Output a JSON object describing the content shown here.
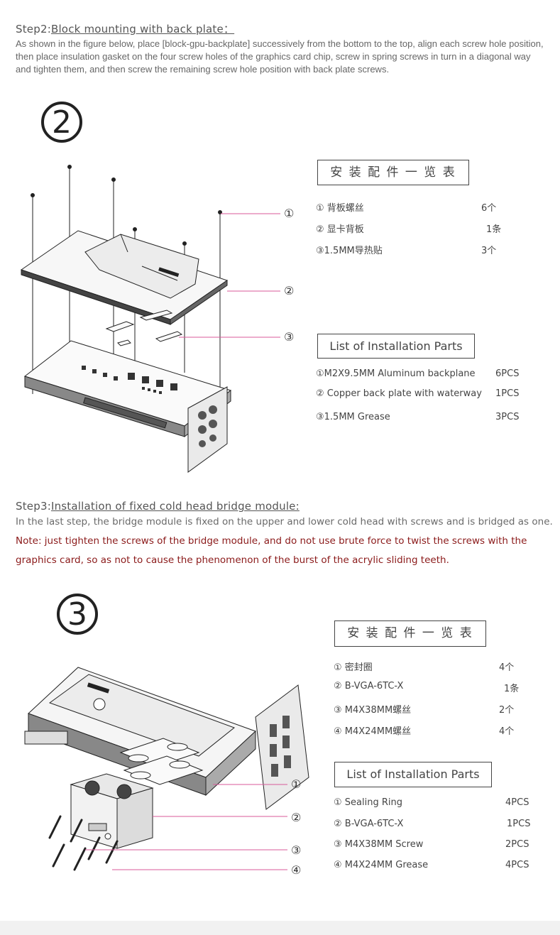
{
  "step2": {
    "label": "Step2:",
    "title": "Block mounting with back plate：",
    "description": "As shown in the figure below, place [block-gpu-backplate] successively from the bottom to the top, align each screw hole position, then place insulation gasket on the four screw holes of the graphics card chip, screw in spring screws in turn in a diagonal way and tighten them, and then screw the remaining screw hole position with back plate screws.",
    "number": "2",
    "callouts": [
      "①",
      "②",
      "③"
    ],
    "cn_list": {
      "title": "安 装 配 件 一 览 表",
      "items": [
        {
          "name": "① 背板螺丝",
          "qty": "6个"
        },
        {
          "name": "② 显卡背板",
          "qty": "1条"
        },
        {
          "name": "③1.5MM导热贴",
          "qty": "3个"
        }
      ]
    },
    "en_list": {
      "title": "List of Installation Parts",
      "items": [
        {
          "name": "①M2X9.5MM Aluminum backplane",
          "qty": "6PCS"
        },
        {
          "name": "② Copper back plate with waterway",
          "qty": "1PCS"
        },
        {
          "name": "③1.5MM Grease",
          "qty": "3PCS"
        }
      ]
    }
  },
  "step3": {
    "label": "Step3:",
    "title": "Installation of fixed cold head bridge module:",
    "description": "In the last step, the bridge module is fixed on the upper and lower cold head with screws and is bridged as one.",
    "note": "Note: just tighten the screws of the bridge module, and do not use brute force to twist the screws with the graphics card, so as not to cause the phenomenon of the burst of the acrylic sliding teeth.",
    "number": "3",
    "callouts": [
      "①",
      "②",
      "③",
      "④"
    ],
    "cn_list": {
      "title": "安 装 配 件 一 览 表",
      "items": [
        {
          "name": "① 密封圈",
          "qty": "4个"
        },
        {
          "name": "② B-VGA-6TC-X",
          "qty": "1条"
        },
        {
          "name": "③ M4X38MM螺丝",
          "qty": "2个"
        },
        {
          "name": "④ M4X24MM螺丝",
          "qty": "4个"
        }
      ]
    },
    "en_list": {
      "title": "List of Installation Parts",
      "items": [
        {
          "name": "① Sealing Ring",
          "qty": "4PCS"
        },
        {
          "name": "② B-VGA-6TC-X",
          "qty": "1PCS"
        },
        {
          "name": "③ M4X38MM Screw",
          "qty": "2PCS"
        },
        {
          "name": "④ M4X24MM Grease",
          "qty": "4PCS"
        }
      ]
    }
  }
}
